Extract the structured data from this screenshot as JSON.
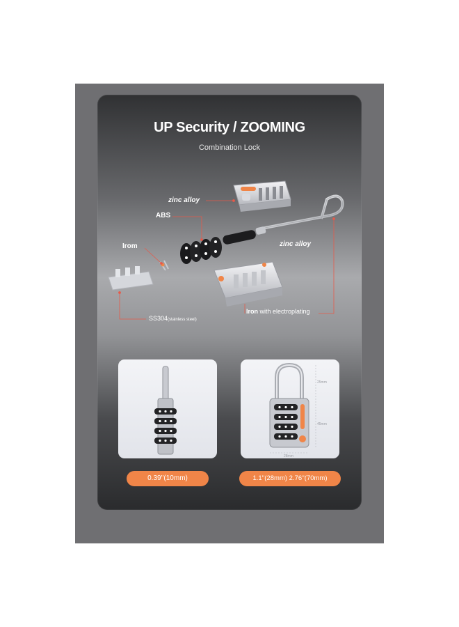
{
  "title": "UP Security / ZOOMING",
  "subtitle": "Combination Lock",
  "labels": {
    "zinc_alloy_top": "zinc alloy",
    "abs": "ABS",
    "irom": "Irom",
    "zinc_alloy_mid": "zinc alloy",
    "ss304_main": "SS304",
    "ss304_sub": "(stainless steel)",
    "iron_main": "Iron",
    "iron_sub": "with electroplating"
  },
  "dimensions": {
    "side_view": "0.39''(10mm)",
    "front_view": "1.1''(28mm) 2.76''(70mm)",
    "shackle_height": "25mm",
    "body_height": "45mm",
    "body_width": "28mm"
  },
  "colors": {
    "accent": "#f08548",
    "leader_line": "#e65a4a"
  }
}
